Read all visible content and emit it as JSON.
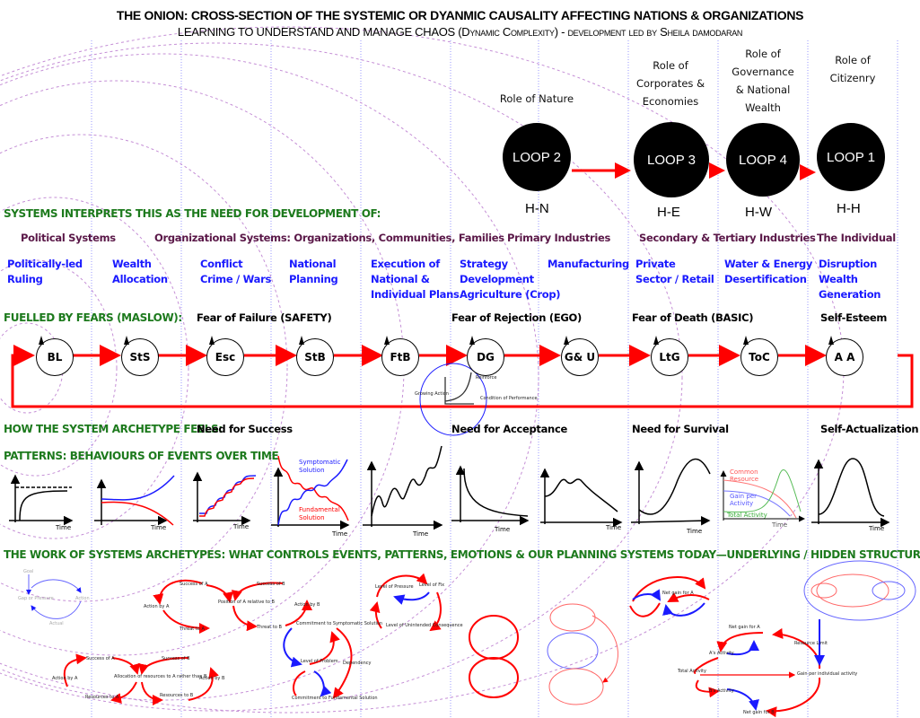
{
  "header": {
    "title": "THE ONION: CROSS-SECTION OF THE SYSTEMIC OR DYANMIC CAUSALITY AFFECTING NATIONS & ORGANIZATIONS",
    "subtitle": "LEARNING TO UNDERSTAND AND MANAGE CHAOS (Dynamic Complexity) - development led by Sheila damodaran"
  },
  "roles": [
    {
      "text": "Role of Nature",
      "loop": "LOOP 2",
      "code": "H-N"
    },
    {
      "text": "Role of Corporates & Economies",
      "loop": "LOOP 3",
      "code": "H-E"
    },
    {
      "text": "Role of Governance & National Wealth",
      "loop": "LOOP 4",
      "code": "H-W"
    },
    {
      "text": "Role of Citizenry",
      "loop": "LOOP 1",
      "code": "H-H"
    }
  ],
  "sections": {
    "development": "SYSTEMS INTERPRETS THIS AS THE NEED FOR DEVELOPMENT OF:",
    "fears": "FUELLED BY FEARS (MASLOW):",
    "feels": "HOW THE SYSTEM ARCHETYPE FEELS:",
    "patterns": "PATTERNS: BEHAVIOURS OF EVENTS OVER TIME",
    "work": "THE WORK OF SYSTEMS ARCHETYPES:  WHAT CONTROLS EVENTS, PATTERNS, EMOTIONS & OUR PLANNING SYSTEMS TODAY—UNDERLYING / HIDDEN STRUCTURES"
  },
  "categories": [
    "Political Systems",
    "Organizational Systems: Organizations, Communities, Families",
    "Primary Industries",
    "Secondary & Tertiary Industries",
    "The Individual"
  ],
  "items": [
    [
      "Politically-led",
      "Ruling"
    ],
    [
      "Wealth",
      "Allocation"
    ],
    [
      "Conflict",
      "Crime / Wars"
    ],
    [
      "National",
      "Planning"
    ],
    [
      "Execution of",
      "National &",
      "Individual Plans"
    ],
    [
      "Strategy",
      "Development",
      "Agriculture (Crop)"
    ],
    [
      "Manufacturing"
    ],
    [
      "Private",
      "Sector / Retail"
    ],
    [
      "Water & Energy",
      "Desertification"
    ],
    [
      "Disruption",
      "Wealth",
      "Generation"
    ]
  ],
  "fears": [
    "Fear of Failure (SAFETY)",
    "Fear of Rejection (EGO)",
    "Fear of Death (BASIC)",
    "Self-Esteem"
  ],
  "needs": [
    "Need for Success",
    "Need for Acceptance",
    "Need for Survival",
    "Self-Actualization"
  ],
  "archetypes": [
    "BL",
    "StS",
    "Esc",
    "StB",
    "FtB",
    "DG",
    "G& U",
    "LtG",
    "ToC",
    "A A"
  ],
  "mini_chart": {
    "labels": [
      "Reinforce",
      "Growing Action",
      "Condition of Performance"
    ]
  },
  "pattern_labels": {
    "time": "Time",
    "symptomatic": [
      "Symptomatic",
      "Solution"
    ],
    "fundamental": [
      "Fundamental",
      "Solution"
    ],
    "common": [
      "Common",
      "Resource"
    ],
    "gain": [
      "Gain per",
      "Activity"
    ],
    "total": "Total Activity"
  },
  "archetype_labels": {
    "goal": "Goal",
    "gap": "Gap or Pressure",
    "action": "Action",
    "actual": "Actual",
    "success_a": "Success of A",
    "success_b": "Success of B",
    "action_a": "Action by A",
    "action_b": "Action by B",
    "position": "Position of A relative to B",
    "threat_a": "Threat to A",
    "threat_b": "Threat to B",
    "allocation": "Allocation of resources to A rather than B",
    "resources_a": "Resources to A",
    "resources_b": "Resources to B",
    "symptomatic": "Commitment to Symptomatic Solution",
    "fundamental": "Commitment to Fundamental Solution",
    "problem": "Level of Problem",
    "dependency": "Dependency",
    "pressure": "Level of Pressure",
    "fix": "Level of Fix",
    "unintended": "Level of Unintended Consequence",
    "total_activity": "Total Activity",
    "gain_per": "Gain per individual activity",
    "a_activity": "A's Activity",
    "b_activity": "B's Activity",
    "net_a": "Net gain for A",
    "net_b": "Net gain for B",
    "resource_limit": "Resource Limit"
  },
  "colors": {
    "red": "#ff0000",
    "blue": "#1a1aff",
    "green": "#1d7a1d",
    "purple": "#5a1848",
    "arc": "#c58fd6"
  }
}
